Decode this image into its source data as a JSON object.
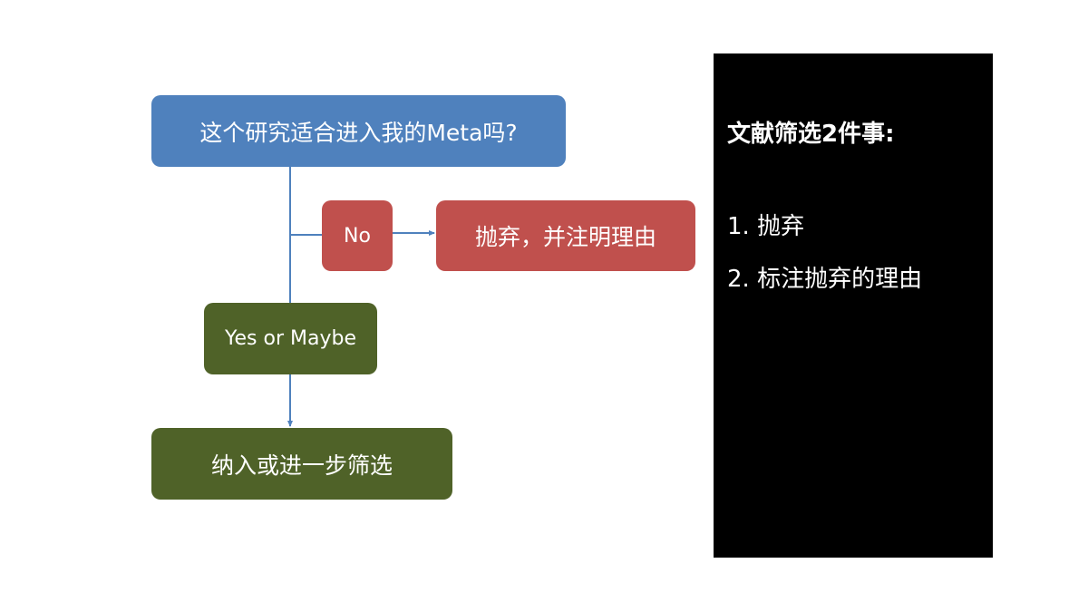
{
  "flowchart": {
    "question": "这个研究适合进入我的Meta吗?",
    "no_label": "No",
    "no_outcome": "抛弃，并注明理由",
    "yes_label": "Yes or Maybe",
    "yes_outcome": "纳入或进一步筛选"
  },
  "side_panel": {
    "title": "文献筛选2件事:",
    "items": [
      "1. 抛弃",
      "2. 标注抛弃的理由"
    ]
  },
  "colors": {
    "question": "#4f81bd",
    "no": "#c0504d",
    "yes": "#4f6228",
    "connector": "#4f81bd",
    "panel": "#000000"
  }
}
